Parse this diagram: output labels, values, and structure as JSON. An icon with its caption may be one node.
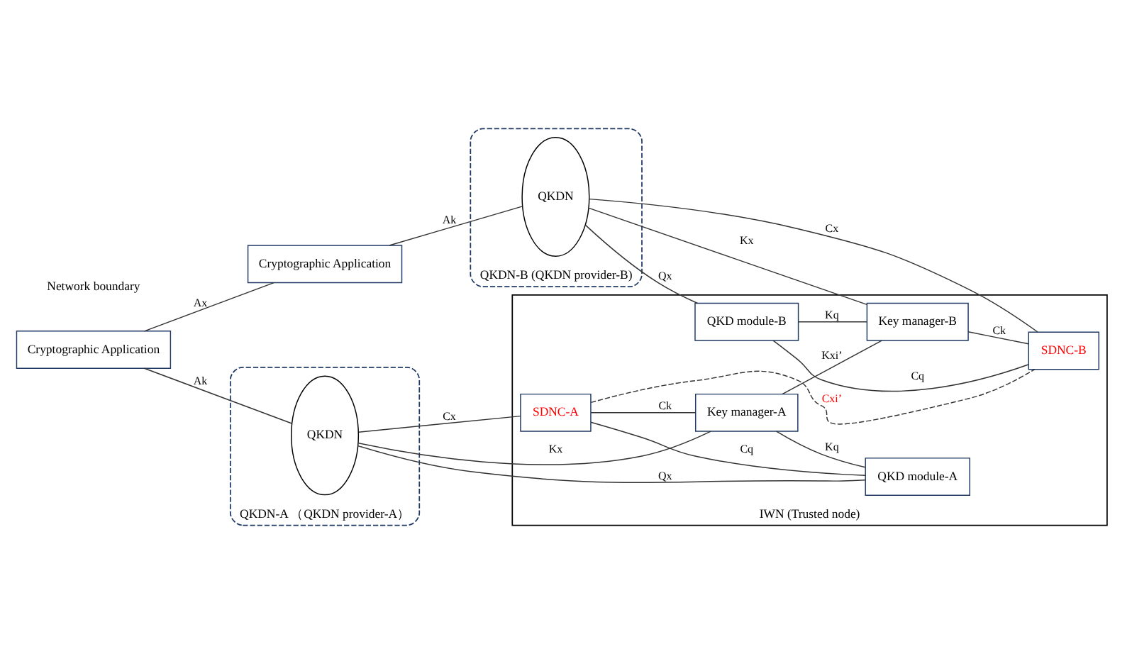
{
  "diagram": {
    "nodes": [
      {
        "text": [
          "Cryptographic Application"
        ]
      },
      {
        "text": [
          "Cryptographic Application"
        ]
      },
      {
        "text": [
          "QKDN-A （QKDN provider-A）"
        ]
      },
      {
        "text": [
          "QKDN-B (QKDN provider-B)"
        ]
      },
      {
        "text": [
          "IWN (Trusted node)"
        ]
      },
      {
        "text": [
          "QKDN"
        ],
        "in": 2
      },
      {
        "text": [
          "SDNC-A"
        ],
        "in": 4
      },
      {
        "text": [
          "Key manager-A"
        ],
        "in": 4
      },
      {
        "text": [
          "QKD module-A"
        ],
        "in": 4
      },
      {
        "text": [
          "SDNC-B"
        ],
        "in": 4
      },
      {
        "text": [
          "Key manager-B"
        ],
        "in": 4
      },
      {
        "text": [
          "QKD module-B"
        ],
        "in": 4
      },
      {
        "text": [
          "QKDN"
        ],
        "in": 3
      }
    ],
    "edges": [
      {
        "from": 0,
        "to": 1,
        "arrow": "none",
        "label": "Ax"
      },
      {
        "from": 0,
        "to": 5,
        "arrow": "none",
        "label": "Ak"
      },
      {
        "from": 1,
        "to": 12,
        "arrow": "none",
        "label": "Ak"
      },
      {
        "from": 5,
        "to": 6,
        "arrow": "none",
        "label": "Cx"
      },
      {
        "from": 5,
        "to": 7,
        "arrow": "none",
        "label": "Kx"
      },
      {
        "from": 5,
        "to": 8,
        "arrow": "none",
        "label": "Qx"
      },
      {
        "from": 6,
        "to": 7,
        "arrow": "none",
        "label": "Ck"
      },
      {
        "from": 6,
        "to": 8,
        "arrow": "none",
        "label": "Cq"
      },
      {
        "from": 7,
        "to": 8,
        "arrow": "none",
        "label": "Kq"
      },
      {
        "from": 6,
        "to": 9,
        "arrow": "none",
        "label": "Cxi’",
        "style": "dashed"
      },
      {
        "from": 7,
        "to": 10,
        "arrow": "none",
        "label": "Kxi’"
      },
      {
        "from": 12,
        "to": 9,
        "arrow": "none",
        "label": "Cx"
      },
      {
        "from": 12,
        "to": 10,
        "arrow": "none",
        "label": "Kx"
      },
      {
        "from": 12,
        "to": 11,
        "arrow": "none",
        "label": "Qx"
      },
      {
        "from": 10,
        "to": 9,
        "arrow": "none",
        "label": "Ck"
      },
      {
        "from": 11,
        "to": 9,
        "arrow": "none",
        "label": "Cq"
      },
      {
        "from": 11,
        "to": 10,
        "arrow": "none",
        "label": "Kq"
      }
    ],
    "labels": [
      "Network boundary"
    ]
  }
}
